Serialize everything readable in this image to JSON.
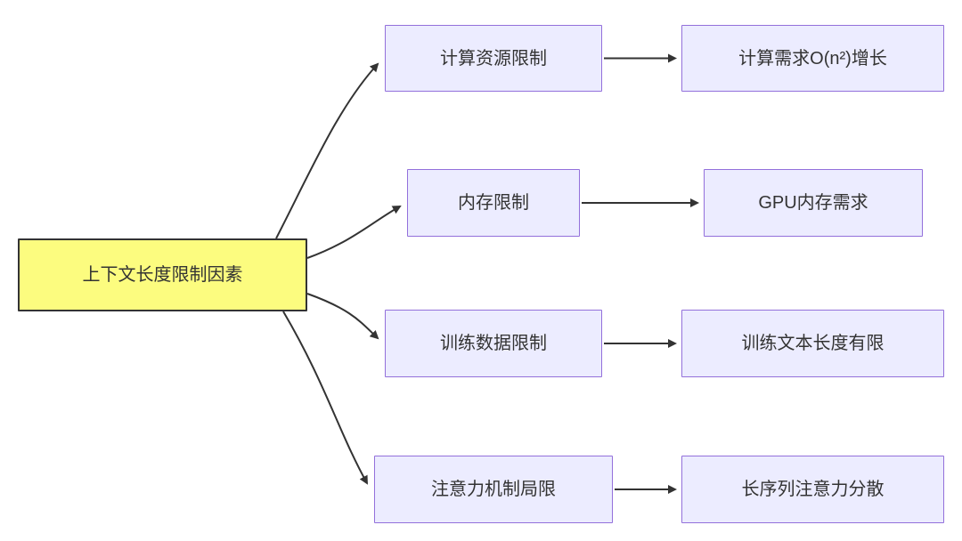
{
  "diagram": {
    "root": {
      "label": "上下文长度限制因素"
    },
    "branches": [
      {
        "mid": "计算资源限制",
        "end": "计算需求O(n²)增长"
      },
      {
        "mid": "内存限制",
        "end": "GPU内存需求"
      },
      {
        "mid": "训练数据限制",
        "end": "训练文本长度有限"
      },
      {
        "mid": "注意力机制局限",
        "end": "长序列注意力分散"
      }
    ],
    "colors": {
      "root_fill": "#fcfc7f",
      "root_border": "#333333",
      "node_fill": "#ececff",
      "node_border": "#9370db",
      "arrow": "#333333",
      "text": "#333333"
    }
  }
}
